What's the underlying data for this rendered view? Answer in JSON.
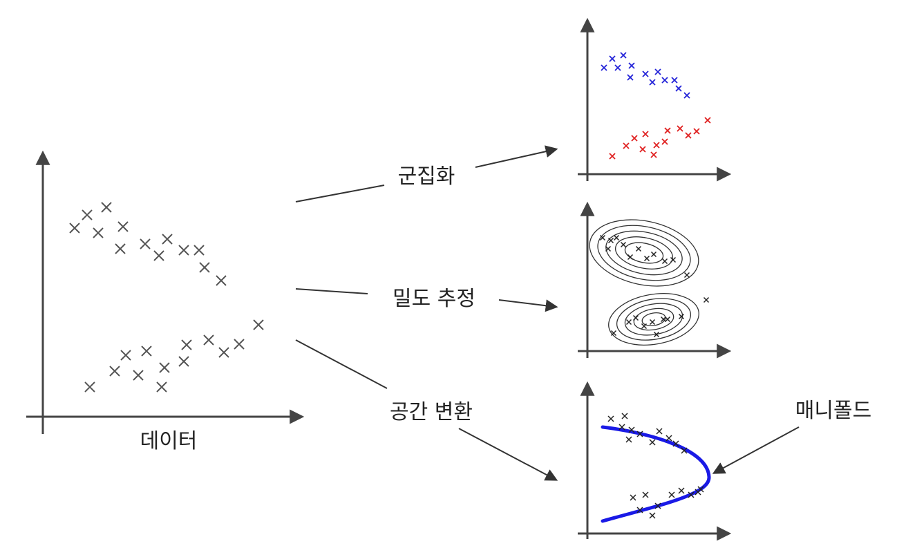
{
  "labels": {
    "data": "데이터",
    "clustering": "군집화",
    "density_estimation": "밀도 추정",
    "space_transform": "공간 변환",
    "manifold": "매니폴드"
  },
  "colors": {
    "axis": "#444444",
    "marker_main": "#555555",
    "cluster_a": "#2323d8",
    "cluster_b": "#e02020",
    "manifold_curve": "#1a1ae6",
    "contour": "#333333"
  },
  "icons": [
    "arrow-icon",
    "x-marker-icon"
  ]
}
